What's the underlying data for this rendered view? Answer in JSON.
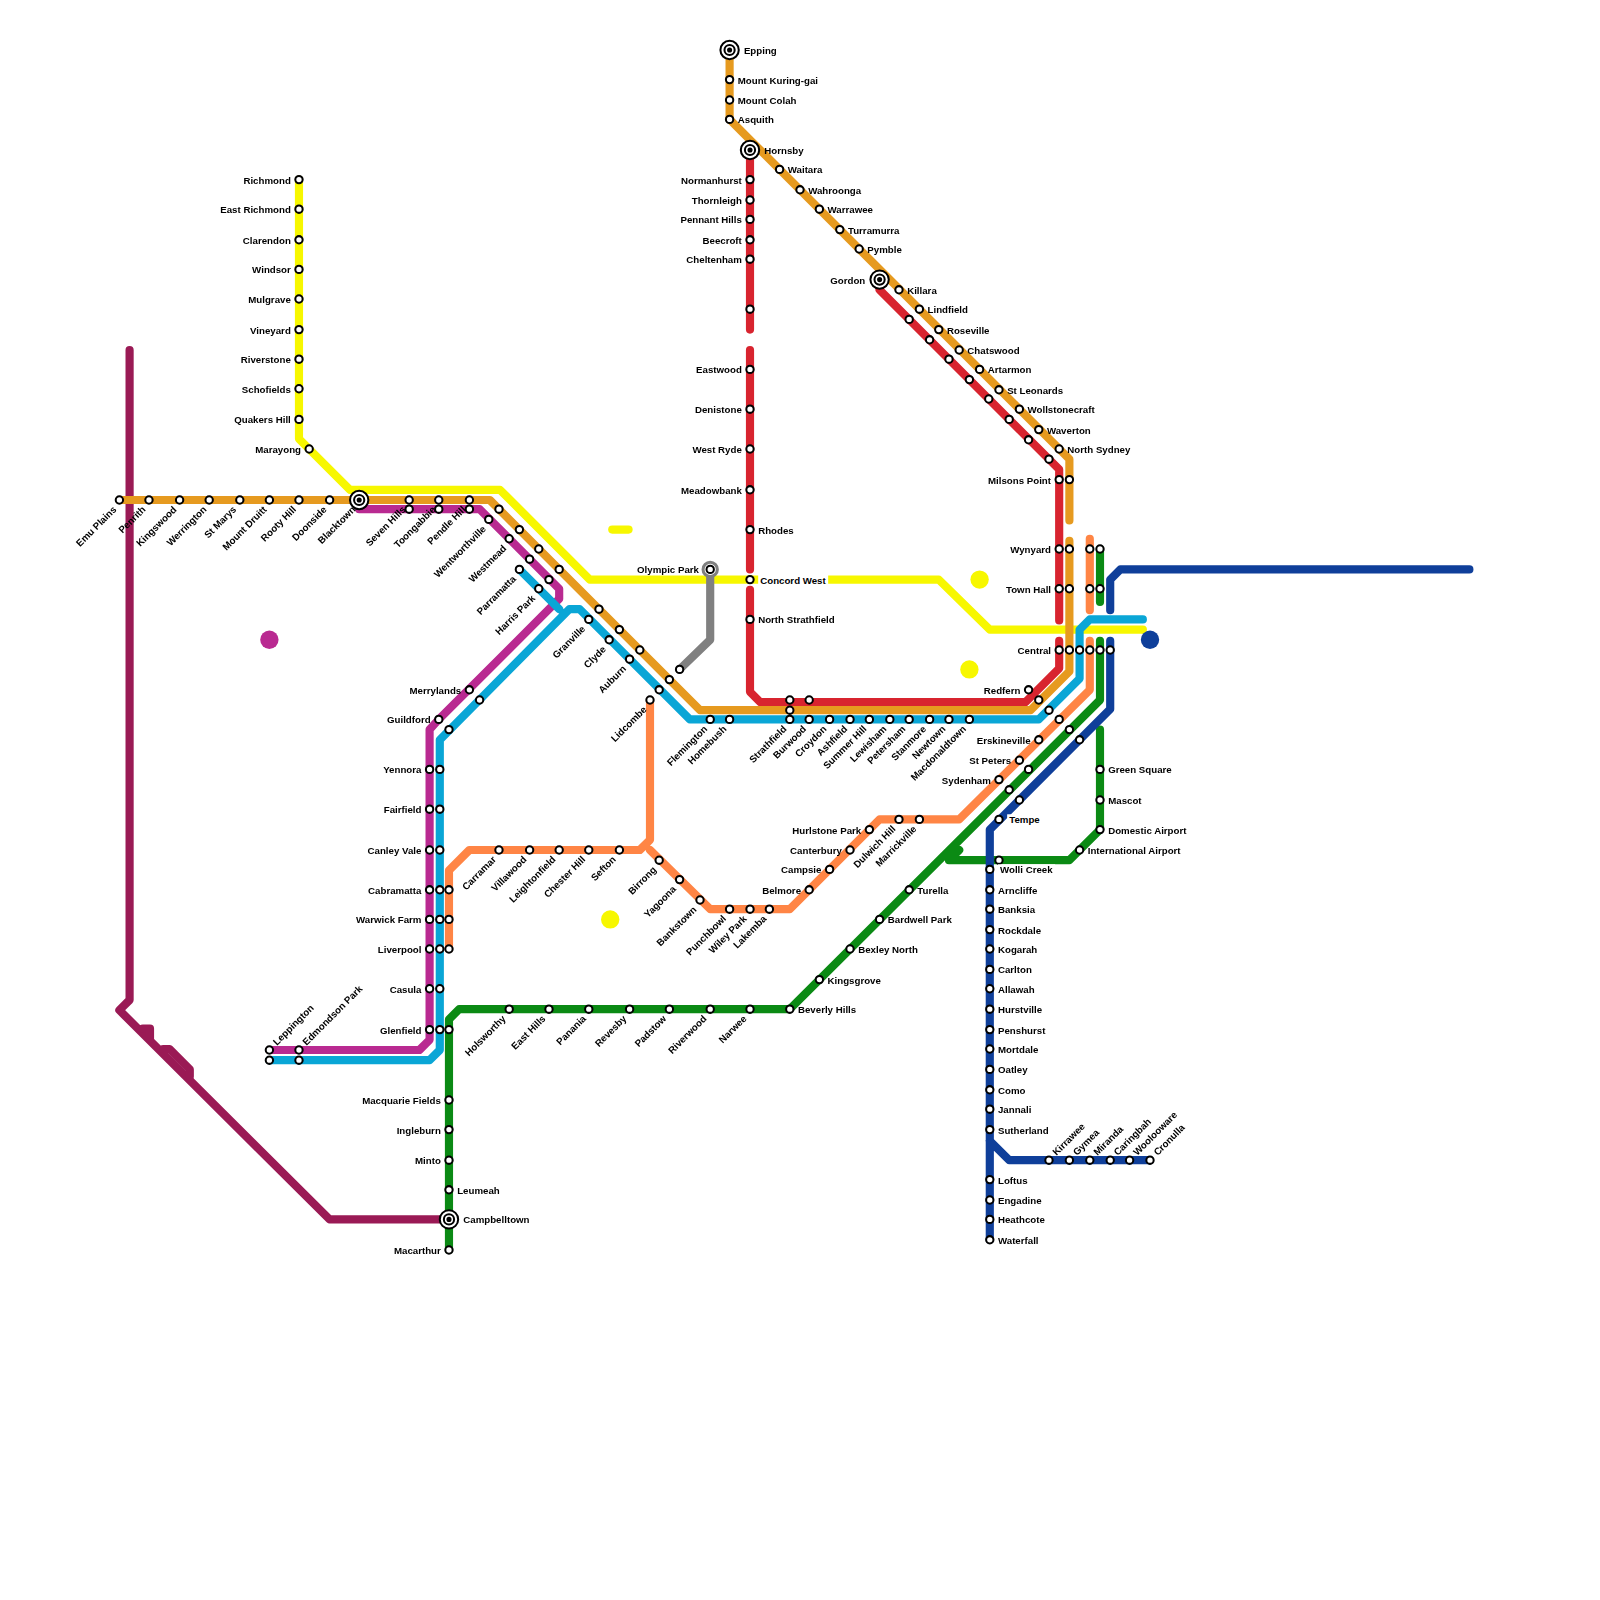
{
  "diagram": {
    "labels": [
      "Richmond",
      "East Richmond",
      "Clarendon",
      "Windsor",
      "Mulgrave",
      "Vineyard",
      "Riverstone",
      "Schofields",
      "Quakers Hill",
      "Marayong",
      "Emu Plains",
      "Penrith",
      "Kingswood",
      "Werrington",
      "St Marys",
      "Mount Druitt",
      "Rooty Hill",
      "Doonside",
      "Blacktown",
      "Seven Hills",
      "Toongabbie",
      "Pendle Hill",
      "Wentworthville",
      "Westmead",
      "Parramatta",
      "Harris Park",
      "Merrylands",
      "Guildford",
      "Yennora",
      "Fairfield",
      "Canley Vale",
      "Cabramatta",
      "Warwick Farm",
      "Liverpool",
      "Casula",
      "Glenfield",
      "Leppington",
      "Edmondson Park",
      "Granville",
      "Clyde",
      "Auburn",
      "Lidcombe",
      "Olympic Park",
      "Flemington",
      "Homebush",
      "Strathfield",
      "Burwood",
      "Croydon",
      "Ashfield",
      "Summer Hill",
      "Lewisham",
      "Petersham",
      "Stanmore",
      "Newtown",
      "Macdonaldtown",
      "Carramar",
      "Villawood",
      "Leightonfield",
      "Chester Hill",
      "Sefton",
      "Birrong",
      "Yagoona",
      "Bankstown",
      "Punchbowl",
      "Wiley Park",
      "Lakemba",
      "Belmore",
      "Campsie",
      "Canterbury",
      "Hurlstone Park",
      "Dulwich Hill",
      "Marrickville",
      "Epping",
      "Mount Kuring-gai",
      "Mount Colah",
      "Asquith",
      "Hornsby",
      "Normanhurst",
      "Thornleigh",
      "Pennant Hills",
      "Beecroft",
      "Cheltenham",
      "Eastwood",
      "Denistone",
      "West Ryde",
      "Meadowbank",
      "Rhodes",
      "Concord West",
      "North Strathfield",
      "Waitara",
      "Wahroonga",
      "Warrawee",
      "Turramurra",
      "Pymble",
      "Gordon",
      "Killara",
      "Lindfield",
      "Roseville",
      "Chatswood",
      "Artarmon",
      "St Leonards",
      "Wollstonecraft",
      "Waverton",
      "North Sydney",
      "Milsons Point",
      "Wynyard",
      "Town Hall",
      "Central",
      "Redfern",
      "Erskineville",
      "St Peters",
      "Sydenham",
      "Tempe",
      "Holsworthy",
      "East Hills",
      "Panania",
      "Revesby",
      "Padstow",
      "Riverwood",
      "Narwee",
      "Beverly Hills",
      "Kingsgrove",
      "Bexley North",
      "Bardwell Park",
      "Turella",
      "Macquarie Fields",
      "Ingleburn",
      "Minto",
      "Leumeah",
      "Campbelltown",
      "Macarthur",
      "Green Square",
      "Mascot",
      "Domestic Airport",
      "International Airport",
      "Wolli Creek",
      "Arncliffe",
      "Banksia",
      "Rockdale",
      "Kogarah",
      "Carlton",
      "Allawah",
      "Hurstville",
      "Penshurst",
      "Mortdale",
      "Oatley",
      "Como",
      "Jannali",
      "Sutherland",
      "Loftus",
      "Engadine",
      "Heathcote",
      "Waterfall",
      "Kirrawee",
      "Gymea",
      "Miranda",
      "Caringbah",
      "Woolooware",
      "Cronulla"
    ]
  }
}
